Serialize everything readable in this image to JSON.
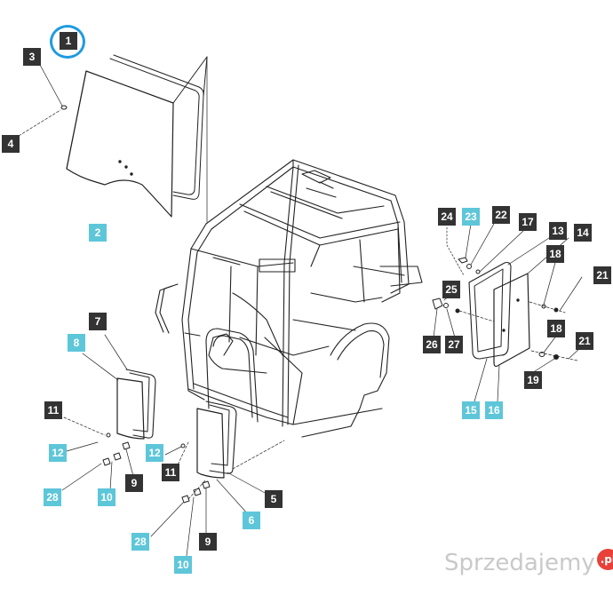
{
  "diagram": {
    "callouts": [
      {
        "id": "c1",
        "text": "1",
        "style": "dark"
      },
      {
        "id": "c3",
        "text": "3",
        "style": "dark"
      },
      {
        "id": "c4",
        "text": "4",
        "style": "dark"
      },
      {
        "id": "c2",
        "text": "2",
        "style": "cyan"
      },
      {
        "id": "c24",
        "text": "24",
        "style": "dark"
      },
      {
        "id": "c23",
        "text": "23",
        "style": "cyan"
      },
      {
        "id": "c22",
        "text": "22",
        "style": "dark"
      },
      {
        "id": "c17",
        "text": "17",
        "style": "dark"
      },
      {
        "id": "c13",
        "text": "13",
        "style": "dark"
      },
      {
        "id": "c14",
        "text": "14",
        "style": "dark"
      },
      {
        "id": "c18a",
        "text": "18",
        "style": "dark"
      },
      {
        "id": "c21a",
        "text": "21",
        "style": "dark"
      },
      {
        "id": "c25",
        "text": "25",
        "style": "dark"
      },
      {
        "id": "c26",
        "text": "26",
        "style": "dark"
      },
      {
        "id": "c27",
        "text": "27",
        "style": "dark"
      },
      {
        "id": "c18b",
        "text": "18",
        "style": "dark"
      },
      {
        "id": "c21b",
        "text": "21",
        "style": "dark"
      },
      {
        "id": "c19",
        "text": "19",
        "style": "dark"
      },
      {
        "id": "c15",
        "text": "15",
        "style": "cyan"
      },
      {
        "id": "c16",
        "text": "16",
        "style": "cyan"
      },
      {
        "id": "c7",
        "text": "7",
        "style": "dark"
      },
      {
        "id": "c8",
        "text": "8",
        "style": "cyan"
      },
      {
        "id": "c11a",
        "text": "11",
        "style": "dark"
      },
      {
        "id": "c12a",
        "text": "12",
        "style": "cyan"
      },
      {
        "id": "c12b",
        "text": "12",
        "style": "cyan"
      },
      {
        "id": "c11b",
        "text": "11",
        "style": "dark"
      },
      {
        "id": "c9a",
        "text": "9",
        "style": "dark"
      },
      {
        "id": "c10a",
        "text": "10",
        "style": "cyan"
      },
      {
        "id": "c28a",
        "text": "28",
        "style": "cyan"
      },
      {
        "id": "c5",
        "text": "5",
        "style": "dark"
      },
      {
        "id": "c6",
        "text": "6",
        "style": "cyan"
      },
      {
        "id": "c28b",
        "text": "28",
        "style": "cyan"
      },
      {
        "id": "c9b",
        "text": "9",
        "style": "dark"
      },
      {
        "id": "c10b",
        "text": "10",
        "style": "cyan"
      }
    ],
    "highlighted_callout": "1"
  },
  "watermark": {
    "text": "Sprzedajemy",
    "suffix": ".pl"
  },
  "colors": {
    "dark_label": "#333333",
    "cyan_label": "#5ec6d9",
    "highlight_ring": "#1e9be0",
    "line": "#222222"
  }
}
